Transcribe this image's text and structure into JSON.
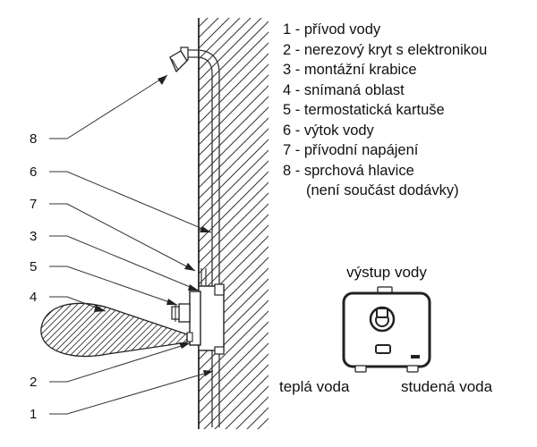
{
  "legend": {
    "items": [
      {
        "num": "1",
        "text": "přívod vody"
      },
      {
        "num": "2",
        "text": "nerezový kryt s elektronikou"
      },
      {
        "num": "3",
        "text": "montážní krabice"
      },
      {
        "num": "4",
        "text": "snímaná oblast"
      },
      {
        "num": "5",
        "text": "termostatická kartuše"
      },
      {
        "num": "6",
        "text": "výtok vody"
      },
      {
        "num": "7",
        "text": "přívodní napájení"
      },
      {
        "num": "8",
        "text": "sprchová hlavice"
      }
    ],
    "note": "(není součást dodávky)",
    "separator": " - "
  },
  "callouts": [
    "8",
    "6",
    "7",
    "3",
    "5",
    "4",
    "2",
    "1"
  ],
  "front_view": {
    "outlet_label": "výstup vody",
    "hot_label": "teplá voda",
    "cold_label": "studená voda"
  }
}
